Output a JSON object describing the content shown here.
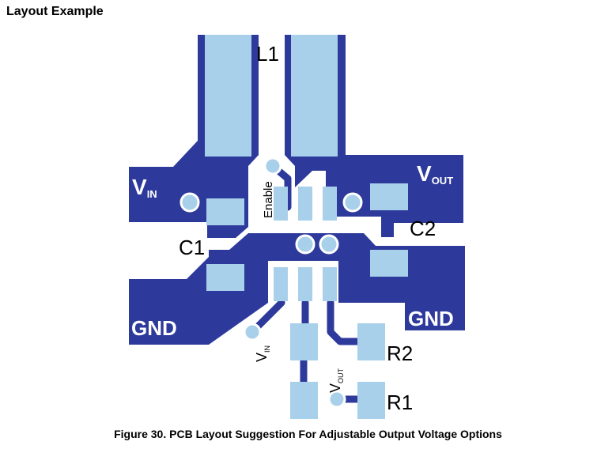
{
  "section_title": "Layout Example",
  "caption": "Figure 30.  PCB Layout Suggestion For Adjustable Output Voltage Options",
  "colors": {
    "copper": "#2d3a9b",
    "pad": "#a8d0ea",
    "text_on_copper": "#ffffff",
    "text": "#000000"
  },
  "labels": {
    "l1": "L1",
    "c1": "C1",
    "c2": "C2",
    "r1": "R1",
    "r2": "R2",
    "vin_main": "V",
    "vin_sub": "IN",
    "vout_main": "V",
    "vout_sub": "OUT",
    "gnd_left": "GND",
    "gnd_right": "GND",
    "enable": "Enable",
    "vin_rot_main": "V",
    "vin_rot_sub": "IN",
    "vout_rot_main": "V",
    "vout_rot_sub": "OUT"
  }
}
